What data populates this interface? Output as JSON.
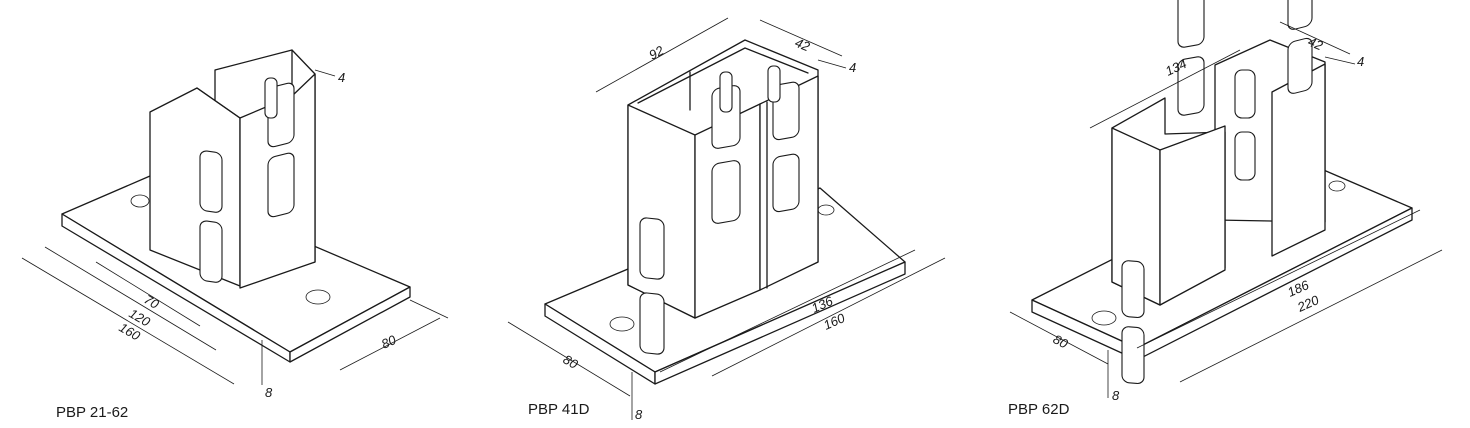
{
  "figures": [
    {
      "caption": "PBP 21-62",
      "dims": {
        "d1": "4",
        "d2": "70",
        "d3": "120",
        "d4": "160",
        "d5": "80",
        "d6": "8"
      }
    },
    {
      "caption": "PBP 41D",
      "dims": {
        "d1": "92",
        "d2": "42",
        "d3": "4",
        "d4": "136",
        "d5": "160",
        "d6": "80",
        "d7": "8"
      }
    },
    {
      "caption": "PBP 62D",
      "dims": {
        "d1": "134",
        "d2": "42",
        "d3": "4",
        "d4": "186",
        "d5": "220",
        "d6": "80",
        "d7": "8"
      }
    }
  ]
}
